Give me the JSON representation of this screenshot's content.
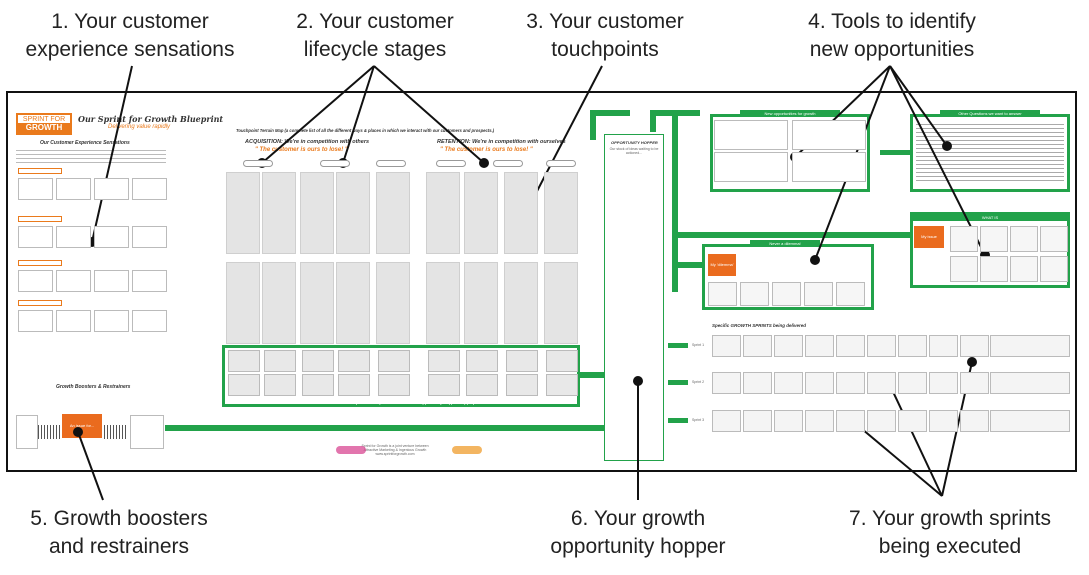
{
  "callouts": {
    "c1": [
      "1. Your customer",
      "experience sensations"
    ],
    "c2": [
      "2. Your customer",
      "lifecycle stages"
    ],
    "c3": [
      "3. Your customer",
      "touchpoints"
    ],
    "c4": [
      "4. Tools to identify",
      "new opportunities"
    ],
    "c5": [
      "5. Growth boosters",
      "and restrainers"
    ],
    "c6": [
      "6. Your growth",
      "opportunity hopper"
    ],
    "c7": [
      "7. Your growth sprints",
      "being executed"
    ]
  },
  "blueprint": {
    "logo_top": "SPRINT FOR",
    "logo_bottom": "GROWTH",
    "title": "Our Sprint for Growth Blueprint",
    "subtitle": "Delivering value rapidly",
    "experience_title": "Our Customer Experience Sensations",
    "touchpoint_title": "Touchpoint Terrain Map (a complete list of all the different ways & places in which we interact with our customers and prospects.)",
    "acquisition_label": "ACQUISITION: We're in competition with others",
    "acquisition_quote": "\" The customer is ours to lose! \"",
    "retention_label": "RETENTION: We're in competition with ourselves",
    "retention_quote": "\" The customer is ours to lose! \"",
    "touchpoint_footer": "You can add these new touchpoint development ideas into the Opportunity Hopper if appropriate",
    "boosters_title": "Growth Boosters & Restrainers",
    "booster_center": "An issue for...",
    "hopper_title": "OPPORTUNITY HOPPER",
    "hopper_sub": "Our stock of ideas waiting to be actioned...",
    "new_opps_title": "New opportunities for growth",
    "questions_title": "Other Questions we want to answer",
    "never_title": "Never a dilemma!",
    "my_dilemma": "My 'dilemma'",
    "whatis_title": "WHAT IS",
    "my_issue": "My issue",
    "sprints_title": "Specific GROWTH SPRINTS being delivered",
    "sprint_labels": [
      "Sprint 1",
      "Sprint 2",
      "Sprint 3"
    ],
    "credits": [
      "Sprint for Growth is a joint venture between",
      "Attractive Marketing & Ingenious Growth",
      "www.sprintforgrowth.com"
    ]
  },
  "colors": {
    "green": "#22a24a",
    "orange": "#ea6b1e",
    "grey": "#e4e4e4"
  }
}
